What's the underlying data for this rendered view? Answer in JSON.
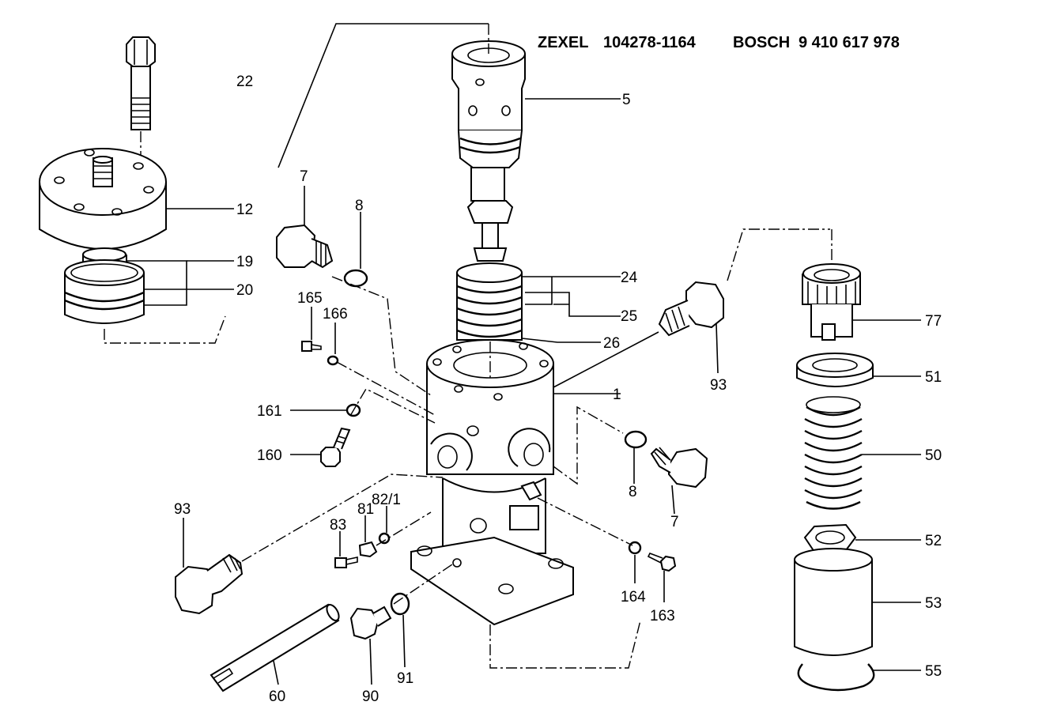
{
  "header": {
    "zexel_brand": "ZEXEL",
    "zexel_part_no": "104278-1164",
    "bosch_brand": "BOSCH",
    "bosch_part_no": "9 410 617 978"
  },
  "callouts": {
    "c1": "1",
    "c5": "5",
    "c7a": "7",
    "c7b": "7",
    "c8a": "8",
    "c8b": "8",
    "c12": "12",
    "c19": "19",
    "c20": "20",
    "c22": "22",
    "c24": "24",
    "c25": "25",
    "c26": "26",
    "c50": "50",
    "c51": "51",
    "c52": "52",
    "c53": "53",
    "c55": "55",
    "c60": "60",
    "c77": "77",
    "c81": "81",
    "c82_1": "82/1",
    "c83": "83",
    "c90": "90",
    "c91": "91",
    "c93a": "93",
    "c93b": "93",
    "c160": "160",
    "c161": "161",
    "c163": "163",
    "c164": "164",
    "c165": "165",
    "c166": "166"
  },
  "colors": {
    "line": "#000000",
    "background": "#ffffff"
  }
}
